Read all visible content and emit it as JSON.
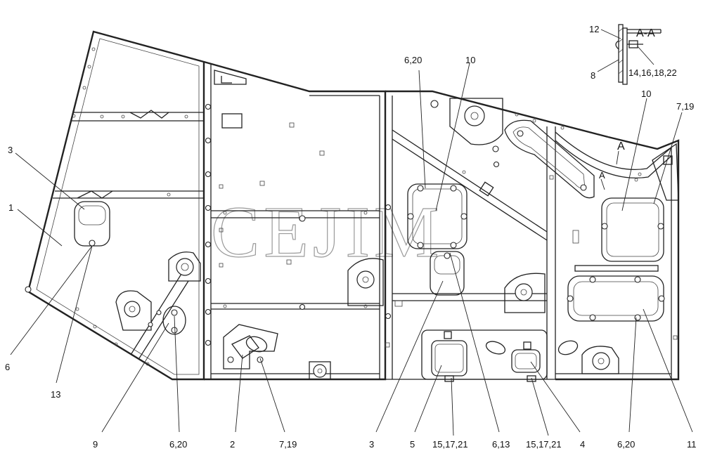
{
  "labels": {
    "l1": "1",
    "l3a": "3",
    "l6": "6",
    "l13": "13",
    "l9": "9",
    "l620a": "6,20",
    "l2": "2",
    "l719a": "7,19",
    "l3b": "3",
    "l5": "5",
    "l151721a": "15,17,21",
    "l613": "6,13",
    "l151721b": "15,17,21",
    "l4": "4",
    "l620b": "6,20",
    "l11": "11",
    "l620c": "6,20",
    "l10a": "10",
    "l10b": "10",
    "l719b": "7,19",
    "lA1": "A",
    "lA2": "A",
    "lsec12": "12",
    "lsec8": "8",
    "lsec14": "14,16,18,22"
  },
  "section_title": "A-A",
  "watermark": "CEJIM"
}
